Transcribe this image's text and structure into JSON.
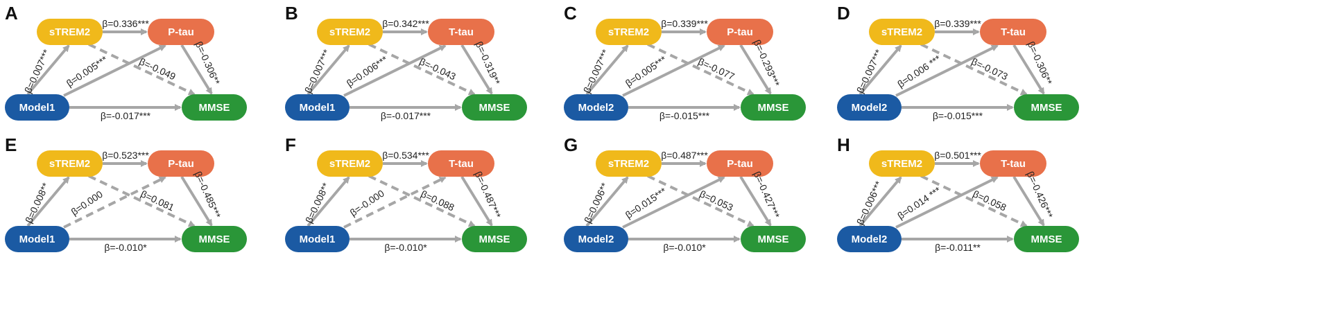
{
  "colors": {
    "model": "#1b5aa3",
    "strem2": "#f0b91b",
    "tau": "#e8714a",
    "mmse": "#2a9638",
    "arrow": "#a6a6a6"
  },
  "panels": [
    {
      "letter": "A",
      "model": "Model1",
      "mediator": "sTREM2",
      "tau": "P-tau",
      "outcome": "MMSE",
      "edges": {
        "strem2_tau": "β=0.336***",
        "model_strem2": "β=0.007***",
        "model_tau": "β=0.005***",
        "strem2_mmse": "β=-0.049",
        "tau_mmse": "β=-0.306**",
        "model_mmse": "β=-0.017***"
      },
      "styles": {
        "model_tau": "solid",
        "strem2_mmse": "dashed"
      }
    },
    {
      "letter": "B",
      "model": "Model1",
      "mediator": "sTREM2",
      "tau": "T-tau",
      "outcome": "MMSE",
      "edges": {
        "strem2_tau": "β=0.342***",
        "model_strem2": "β=0.007***",
        "model_tau": "β=0.006***",
        "strem2_mmse": "β=-0.043",
        "tau_mmse": "β=-0.319**",
        "model_mmse": "β=-0.017***"
      },
      "styles": {
        "model_tau": "solid",
        "strem2_mmse": "dashed"
      }
    },
    {
      "letter": "C",
      "model": "Model2",
      "mediator": "sTREM2",
      "tau": "P-tau",
      "outcome": "MMSE",
      "edges": {
        "strem2_tau": "β=0.339***",
        "model_strem2": "β=0.007***",
        "model_tau": "β=0.005***",
        "strem2_mmse": "β=-0.077",
        "tau_mmse": "β=-0.293***",
        "model_mmse": "β=-0.015***"
      },
      "styles": {
        "model_tau": "solid",
        "strem2_mmse": "dashed"
      }
    },
    {
      "letter": "D",
      "model": "Model2",
      "mediator": "sTREM2",
      "tau": "T-tau",
      "outcome": "MMSE",
      "edges": {
        "strem2_tau": "β=0.339***",
        "model_strem2": "β=0.007***",
        "model_tau": "β=0.006 ***",
        "strem2_mmse": "β=-0.073",
        "tau_mmse": "β=-0.306**",
        "model_mmse": "β=-0.015***"
      },
      "styles": {
        "model_tau": "solid",
        "strem2_mmse": "dashed"
      }
    },
    {
      "letter": "E",
      "model": "Model1",
      "mediator": "sTREM2",
      "tau": "P-tau",
      "outcome": "MMSE",
      "edges": {
        "strem2_tau": "β=0.523***",
        "model_strem2": "β=0.008**",
        "model_tau": "β=0.000",
        "strem2_mmse": "β=0.081",
        "tau_mmse": "β=-0.485***",
        "model_mmse": "β=-0.010*"
      },
      "styles": {
        "model_tau": "dashed",
        "strem2_mmse": "dashed"
      }
    },
    {
      "letter": "F",
      "model": "Model1",
      "mediator": "sTREM2",
      "tau": "T-tau",
      "outcome": "MMSE",
      "edges": {
        "strem2_tau": "β=0.534***",
        "model_strem2": "β=0.008**",
        "model_tau": "β=-0.000",
        "strem2_mmse": "β=0.088",
        "tau_mmse": "β=-0.487***",
        "model_mmse": "β=-0.010*"
      },
      "styles": {
        "model_tau": "dashed",
        "strem2_mmse": "dashed"
      }
    },
    {
      "letter": "G",
      "model": "Model2",
      "mediator": "sTREM2",
      "tau": "P-tau",
      "outcome": "MMSE",
      "edges": {
        "strem2_tau": "β=0.487***",
        "model_strem2": "β=0.006**",
        "model_tau": "β=0.015***",
        "strem2_mmse": "β=0.053",
        "tau_mmse": "β=-0.427***",
        "model_mmse": "β=-0.010*"
      },
      "styles": {
        "model_tau": "solid",
        "strem2_mmse": "dashed"
      }
    },
    {
      "letter": "H",
      "model": "Model2",
      "mediator": "sTREM2",
      "tau": "T-tau",
      "outcome": "MMSE",
      "edges": {
        "strem2_tau": "β=0.501***",
        "model_strem2": "β=0.006***",
        "model_tau": "β=0.014 ***",
        "strem2_mmse": "β=0.058",
        "tau_mmse": "β=-0.426***",
        "model_mmse": "β=-0.011**"
      },
      "styles": {
        "model_tau": "solid",
        "strem2_mmse": "dashed"
      }
    }
  ]
}
